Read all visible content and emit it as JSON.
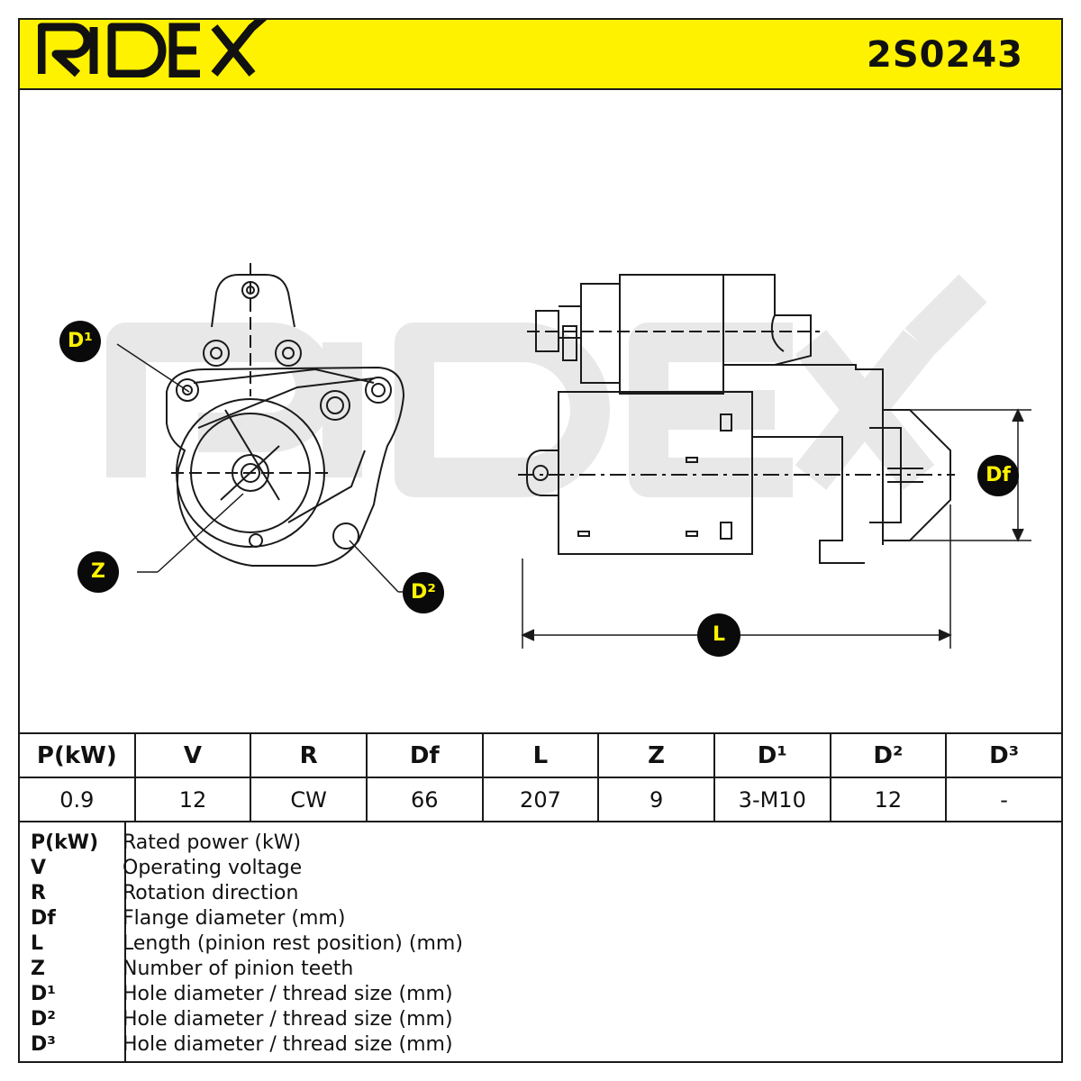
{
  "brand": {
    "logo_text": "RIDEX"
  },
  "part_number": "2S0243",
  "callouts": {
    "d1": "D¹",
    "z": "Z",
    "d2": "D²",
    "df": "Df",
    "l": "L"
  },
  "spec_table": {
    "headers": [
      "P(kW)",
      "V",
      "R",
      "Df",
      "L",
      "Z",
      "D¹",
      "D²",
      "D³"
    ],
    "values": [
      "0.9",
      "12",
      "CW",
      "66",
      "207",
      "9",
      "3-M10",
      "12",
      "-"
    ]
  },
  "legend": [
    {
      "symbol": "P(kW)",
      "description": "Rated power (kW)"
    },
    {
      "symbol": "V",
      "description": "Operating voltage"
    },
    {
      "symbol": "R",
      "description": "Rotation direction"
    },
    {
      "symbol": "Df",
      "description": "Flange diameter (mm)"
    },
    {
      "symbol": "L",
      "description": "Length (pinion rest position) (mm)"
    },
    {
      "symbol": "Z",
      "description": "Number of pinion teeth"
    },
    {
      "symbol": "D¹",
      "description": "Hole diameter / thread size (mm)"
    },
    {
      "symbol": "D²",
      "description": "Hole diameter / thread size (mm)"
    },
    {
      "symbol": "D³",
      "description": "Hole diameter / thread size (mm)"
    }
  ],
  "colors": {
    "accent": "#fff200",
    "ink": "#1a1a1a",
    "watermark": "#e6e6e6"
  }
}
